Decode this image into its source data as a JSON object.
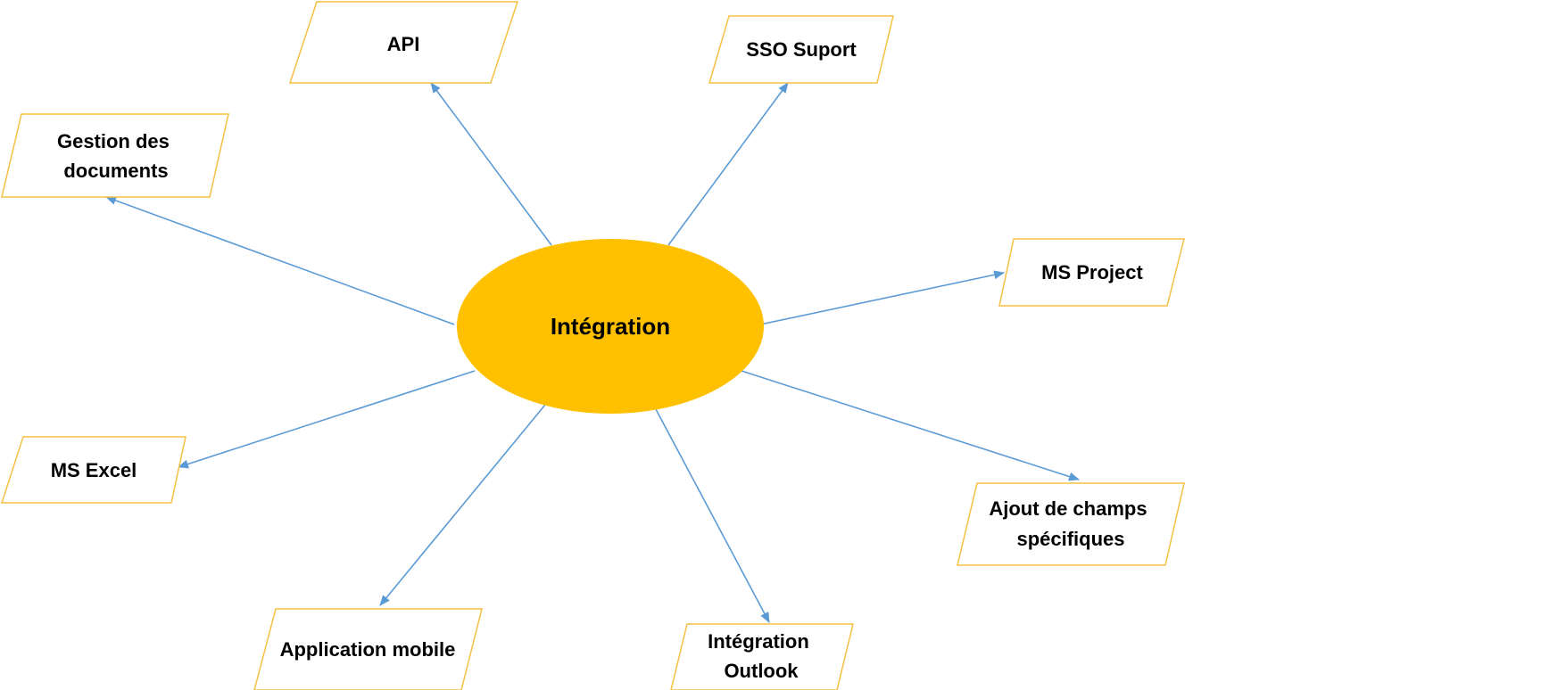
{
  "colors": {
    "center_fill": "#ffc000",
    "node_fill": "#ffffff",
    "node_border": "#f5c143",
    "connector": "#5b9bd5",
    "text": "#000000"
  },
  "center": {
    "label": "Intégration"
  },
  "nodes": [
    {
      "id": "api",
      "lines": [
        "API"
      ]
    },
    {
      "id": "sso-suport",
      "lines": [
        "SSO Suport"
      ]
    },
    {
      "id": "gestion-des-documents",
      "lines": [
        "Gestion des",
        "documents"
      ]
    },
    {
      "id": "ms-project",
      "lines": [
        "MS Project"
      ]
    },
    {
      "id": "ms-excel",
      "lines": [
        "MS Excel"
      ]
    },
    {
      "id": "ajout-de-champs-specifiques",
      "lines": [
        "Ajout de champs",
        "spécifiques"
      ]
    },
    {
      "id": "application-mobile",
      "lines": [
        "Application mobile"
      ]
    },
    {
      "id": "integration-outlook",
      "lines": [
        "Intégration",
        "Outlook"
      ]
    }
  ]
}
